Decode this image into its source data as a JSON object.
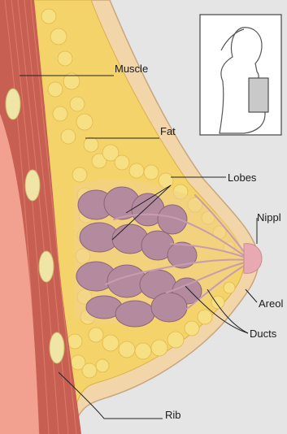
{
  "labels": {
    "muscle": "Muscle",
    "fat": "Fat",
    "lobes": "Lobes",
    "nipple": "Nippl",
    "areola": "Areol",
    "ducts": "Ducts",
    "rib": "Rib"
  },
  "colors": {
    "background": "#e5e5e5",
    "skin": "#f2d5a8",
    "skin_edge": "#c9a57c",
    "fat": "#f4d46a",
    "fat_cell": "#f7df84",
    "fat_cell_edge": "#e2b84a",
    "lobe": "#b48a9e",
    "lobe_edge": "#8d6478",
    "duct": "#c99bb0",
    "muscle": "#c75f52",
    "muscle_light": "#e07d6c",
    "chest_wall": "#f2a090",
    "rib": "#efe5a6",
    "nipple": "#e9a9b2"
  },
  "icons": {
    "inset": "side-profile-silhouette-icon"
  }
}
